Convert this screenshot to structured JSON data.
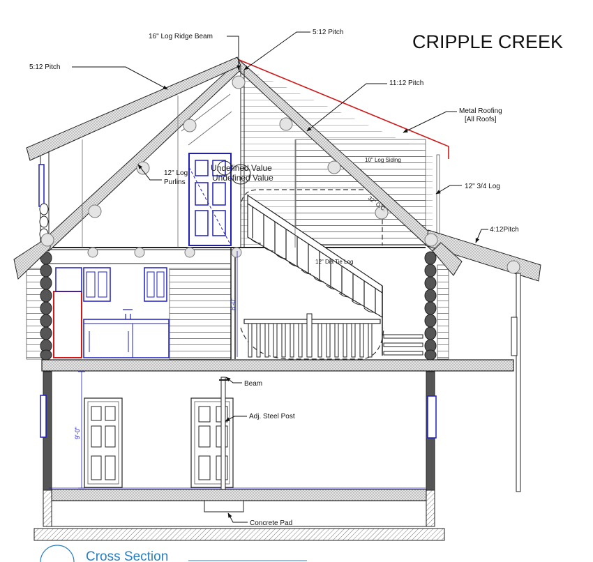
{
  "title": "CRIPPLE CREEK",
  "section_title": "Cross Section",
  "callouts": {
    "ridge_beam": "16\" Log Ridge Beam",
    "pitch_top": "5:12 Pitch",
    "pitch_left": "5:12 Pitch",
    "pitch_11": "11:12 Pitch",
    "metal_roofing_1": "Metal Roofing",
    "metal_roofing_2": "[All Roofs]",
    "purlins_1": "12\" Log",
    "purlins_2": "Purlins",
    "undefined_1": "Undefined Value",
    "undefined_2": "Undefined Value",
    "log_siding": "10\" Log Siding",
    "log_34": "12\" 3/4 Log",
    "pitch_4": "4:12Pitch",
    "tie_log": "12\" Dia Tie Log",
    "oc": "32\" O.C.",
    "beam": "Beam",
    "steel_post": "Adj. Steel Post",
    "concrete_pad": "Concrete Pad"
  },
  "dimensions": {
    "upper_height": "8'-0\"",
    "lower_height": "9'-0\""
  },
  "colors": {
    "line": "#1a1a1a",
    "blue": "#1d1dc0",
    "red": "#d01818",
    "roof_fill": "#d9d9d9",
    "section_text": "#2a7fc0"
  }
}
